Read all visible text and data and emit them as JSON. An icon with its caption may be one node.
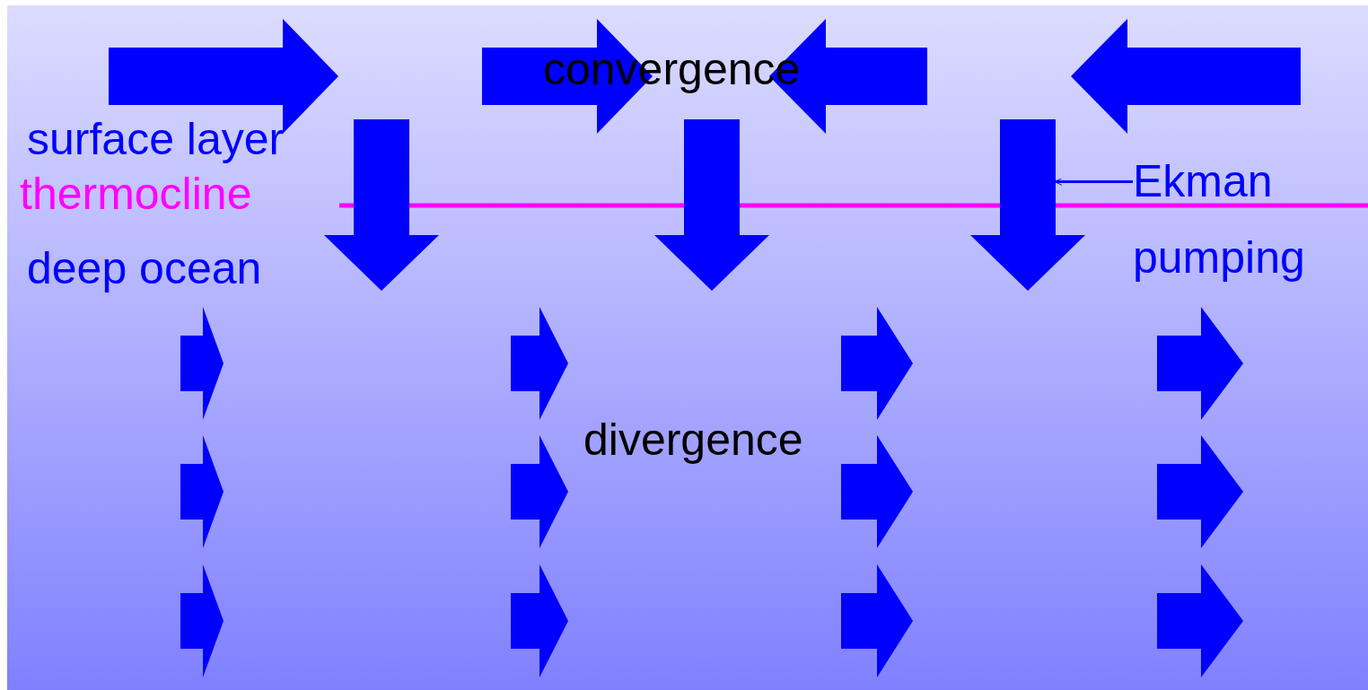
{
  "diagram": {
    "nodes": [
      {
        "text": [
          "Ekman pumping"
        ]
      },
      {
        "text": [],
        "shape": "arrow"
      },
      {
        "text": [],
        "shape": "arrow"
      },
      {
        "text": [],
        "shape": "arrow"
      }
    ],
    "edges": [
      {
        "from": 0,
        "to": 3,
        "arrow": "to"
      }
    ],
    "labels": [
      "convergence",
      "surface layer",
      "thermocline",
      "deep ocean",
      "divergence"
    ]
  }
}
